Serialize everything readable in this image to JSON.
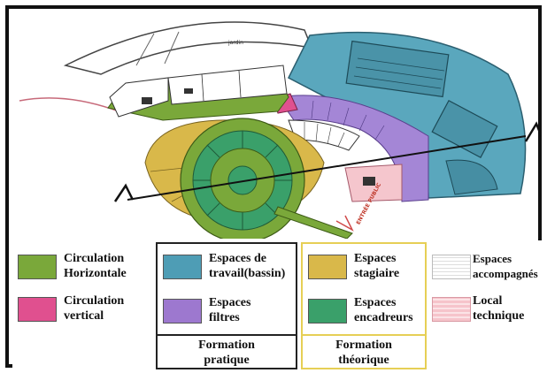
{
  "plan": {
    "garden_label": "jardin",
    "entrance_label": "ENTRÉE PUBLIC"
  },
  "legend": {
    "items": [
      {
        "id": "circ-h",
        "label": "Circulation\nHorizontale",
        "color": "#7aa83a"
      },
      {
        "id": "circ-v",
        "label": "Circulation\nvertical",
        "color": "#e0508f"
      },
      {
        "id": "travail",
        "label": "Espaces de\ntravail(bassin)",
        "color": "#4e9db5"
      },
      {
        "id": "filtres",
        "label": "Espaces\nfiltres",
        "color": "#9d78cf"
      },
      {
        "id": "stagiaire",
        "label": "Espaces\nstagiaire",
        "color": "#d9b84a"
      },
      {
        "id": "encadreurs",
        "label": "Espaces\nencadreurs",
        "color": "#3aa06a"
      },
      {
        "id": "accompagnes",
        "label": "Espaces\naccompagnés",
        "color": "#ffffff"
      },
      {
        "id": "local",
        "label": "Local\ntechnique",
        "color": "#f6c4cb"
      }
    ],
    "group_pratique": "Formation\npratique",
    "group_theorique": "Formation\nthéorique"
  }
}
